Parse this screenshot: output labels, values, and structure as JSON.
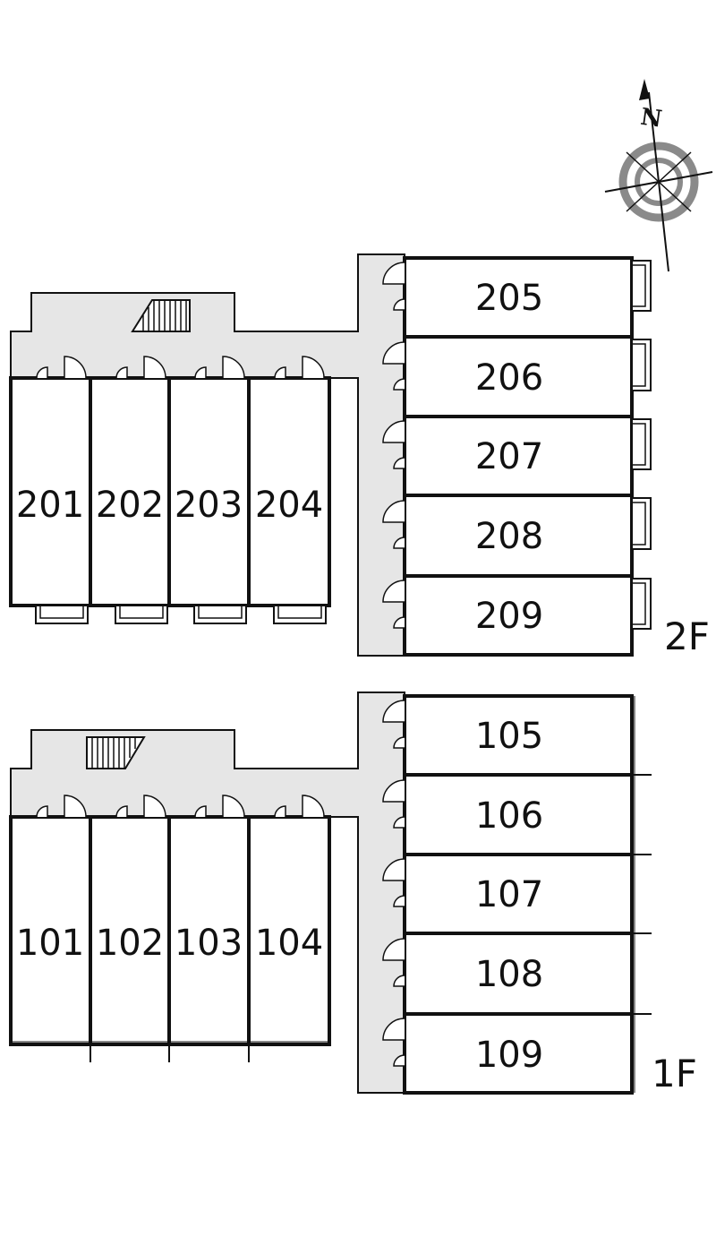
{
  "compass": {
    "north_label": "N",
    "icon": "compass-rose-icon"
  },
  "floors": [
    {
      "id": "2F",
      "label": "2F",
      "left_rooms": [
        "201",
        "202",
        "203",
        "204"
      ],
      "right_rooms": [
        "205",
        "206",
        "207",
        "208",
        "209"
      ]
    },
    {
      "id": "1F",
      "label": "1F",
      "left_rooms": [
        "101",
        "102",
        "103",
        "104"
      ],
      "right_rooms": [
        "105",
        "106",
        "107",
        "108",
        "109"
      ]
    }
  ],
  "colors": {
    "corridor": "#e6e6e6",
    "wall": "#111111",
    "background": "#ffffff"
  }
}
